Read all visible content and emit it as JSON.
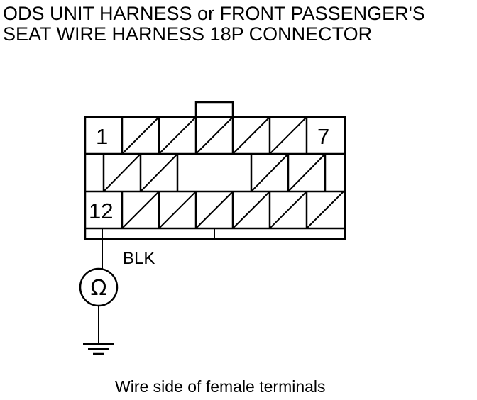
{
  "title": {
    "line1": "ODS UNIT HARNESS or FRONT PASSENGER'S",
    "line2": "SEAT WIRE HARNESS 18P CONNECTOR"
  },
  "connector": {
    "terminal_first": "1",
    "terminal_last_top": "7",
    "terminal_probe": "12"
  },
  "wire_color": "BLK",
  "meter_symbol": "Ω",
  "meter_icon": "ohmmeter-icon",
  "ground_icon": "ground-icon",
  "caption": "Wire side of female terminals"
}
